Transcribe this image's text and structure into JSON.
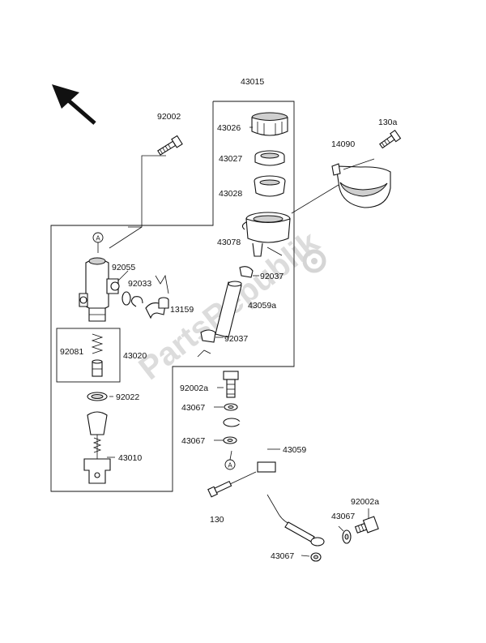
{
  "watermark": "PartsRepublik",
  "labels": {
    "p43015": "43015",
    "p92002_top": "92002",
    "p43026": "43026",
    "p43027": "43027",
    "p43028": "43028",
    "p43078": "43078",
    "p130a": "130a",
    "p14090": "14090",
    "p92055": "92055",
    "p92033": "92033",
    "p13159": "13159",
    "p92037_a": "92037",
    "p43059a": "43059a",
    "p92037_b": "92037",
    "p92081": "92081",
    "p43020": "43020",
    "p92022": "92022",
    "p43010": "43010",
    "p92002a_left": "92002a",
    "p43067_a": "43067",
    "p43067_b": "43067",
    "p43059": "43059",
    "p130": "130",
    "p92002a_right": "92002a",
    "p43067_c": "43067",
    "p43067_d": "43067",
    "ref_a_top": "A",
    "ref_a_bottom": "A"
  }
}
